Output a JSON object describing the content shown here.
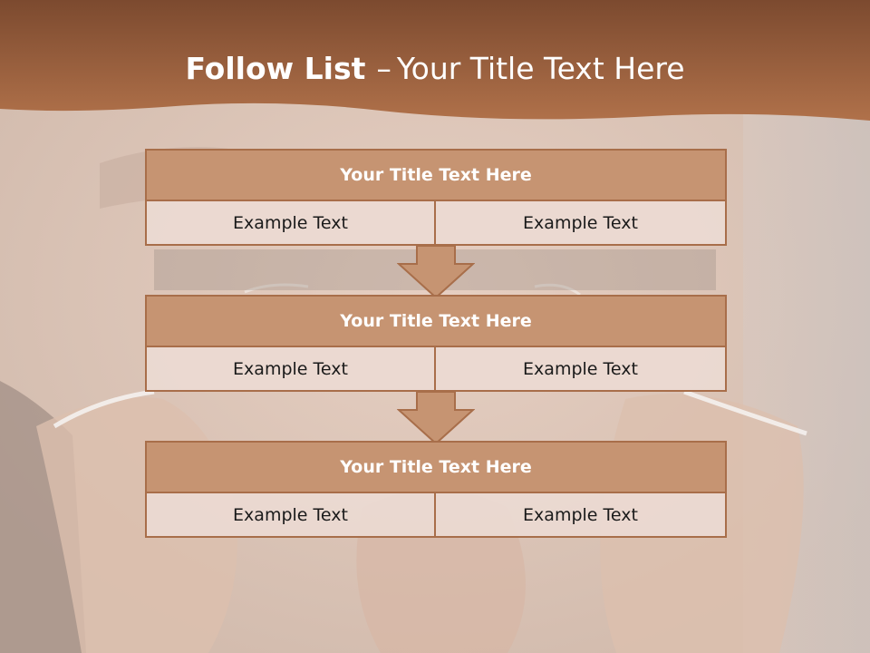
{
  "title": {
    "bold": "Follow List",
    "separator": "–",
    "rest": "Your Title Text Here"
  },
  "blocks": [
    {
      "title": "Your Title Text Here",
      "cells": [
        "Example Text",
        "Example Text"
      ]
    },
    {
      "title": "Your Title Text Here",
      "cells": [
        "Example Text",
        "Example Text"
      ]
    },
    {
      "title": "Your Title Text Here",
      "cells": [
        "Example Text",
        "Example Text"
      ]
    }
  ],
  "colors": {
    "header_band": "#a96a45",
    "block_title_fill": "#c69472",
    "block_border": "#a86e4a",
    "cell_fill": "#ecdad2",
    "arrow_fill": "#c69472"
  },
  "background": {
    "image": "handcuffed-hands-photo"
  }
}
